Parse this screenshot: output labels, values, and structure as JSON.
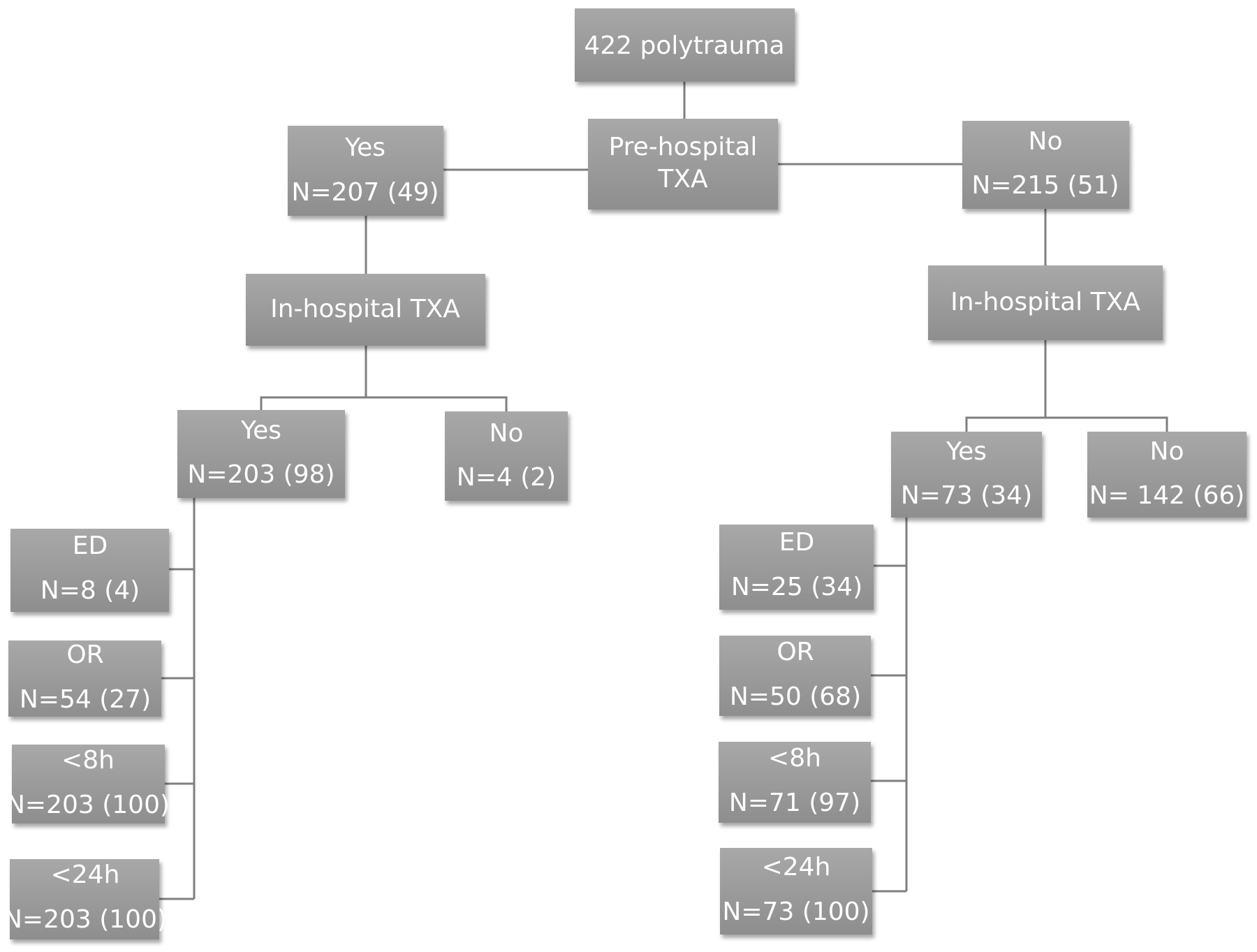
{
  "colors": {
    "box": "#949494",
    "box_light": "#a6a6a6",
    "connector": "#7f7f7f",
    "text": "#ffffff"
  },
  "nodes": {
    "root": {
      "lines": [
        "422 polytrauma"
      ]
    },
    "prehospital": {
      "lines": [
        "Pre-hospital",
        "TXA"
      ]
    },
    "pre_yes": {
      "lines": [
        "Yes",
        "N=207 (49)"
      ]
    },
    "pre_no": {
      "lines": [
        "No",
        "N=215 (51)"
      ]
    },
    "inhospital_left": {
      "lines": [
        "In-hospital TXA"
      ]
    },
    "inhospital_right": {
      "lines": [
        "In-hospital TXA"
      ]
    },
    "left_yes": {
      "lines": [
        "Yes",
        "N=203 (98)"
      ]
    },
    "left_no": {
      "lines": [
        "No",
        "N=4 (2)"
      ]
    },
    "right_yes": {
      "lines": [
        "Yes",
        "N=73 (34)"
      ]
    },
    "right_no": {
      "lines": [
        "No",
        "N= 142 (66)"
      ]
    },
    "left_ed": {
      "lines": [
        "ED",
        "N=8 (4)"
      ]
    },
    "left_or": {
      "lines": [
        "OR",
        "N=54 (27)"
      ]
    },
    "left_8h": {
      "lines": [
        "<8h",
        "N=203 (100)"
      ]
    },
    "left_24h": {
      "lines": [
        "<24h",
        "N=203 (100)"
      ]
    },
    "right_ed": {
      "lines": [
        "ED",
        "N=25 (34)"
      ]
    },
    "right_or": {
      "lines": [
        "OR",
        "N=50 (68)"
      ]
    },
    "right_8h": {
      "lines": [
        "<8h",
        "N=71 (97)"
      ]
    },
    "right_24h": {
      "lines": [
        "<24h",
        "N=73 (100)"
      ]
    }
  }
}
